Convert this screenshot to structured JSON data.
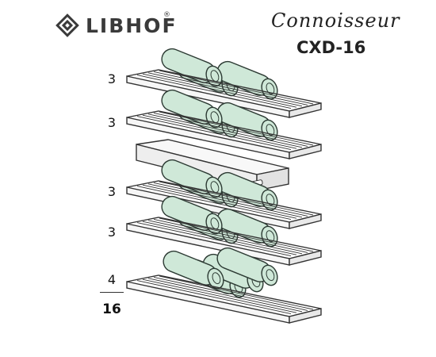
{
  "header": {
    "brand": "LIBHOF",
    "brand_mark": "®",
    "series": "Connoisseur",
    "model": "CXD-16"
  },
  "shelves": [
    {
      "label": "3",
      "type": "bottle-shelf",
      "bottles": 3
    },
    {
      "label": "3",
      "type": "bottle-shelf",
      "bottles": 3
    },
    {
      "label": "",
      "type": "drawer",
      "bottles": 0
    },
    {
      "label": "3",
      "type": "bottle-shelf",
      "bottles": 3
    },
    {
      "label": "3",
      "type": "bottle-shelf",
      "bottles": 3
    },
    {
      "label": "4",
      "type": "bottle-shelf",
      "bottles": 4
    }
  ],
  "total": "16",
  "colors": {
    "bottle_fill": "#cfe8d8",
    "shelf_stroke": "#333333",
    "drawer_fill": "#eeeeee"
  }
}
